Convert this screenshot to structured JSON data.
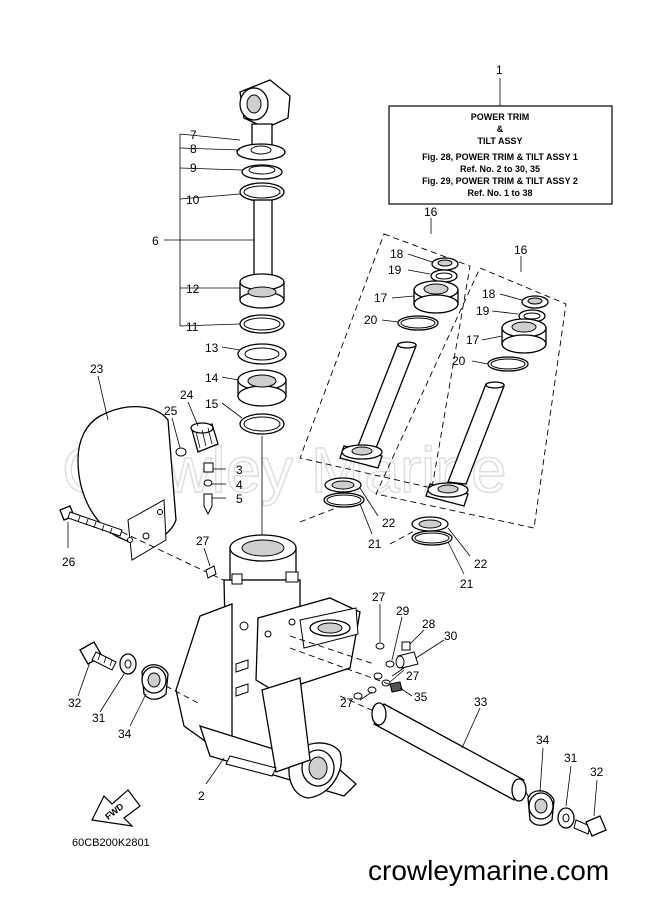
{
  "info_box": {
    "title_line1": "POWER TRIM",
    "title_line2": "&",
    "title_line3": "TILT ASSY",
    "fig_line1": "Fig. 28, POWER TRIM & TILT ASSY 1",
    "ref_line1": "Ref. No. 2 to 30, 35",
    "fig_line2": "Fig. 29, POWER TRIM & TILT ASSY 2",
    "ref_line2": "Ref. No. 1 to 38"
  },
  "callouts": {
    "c1": "1",
    "c2": "2",
    "c3": "3",
    "c4": "4",
    "c5": "5",
    "c6": "6",
    "c7": "7",
    "c8": "8",
    "c9": "9",
    "c10": "10",
    "c11": "11",
    "c12": "12",
    "c13": "13",
    "c14": "14",
    "c15": "15",
    "c16a": "16",
    "c16b": "16",
    "c17a": "17",
    "c17b": "17",
    "c18a": "18",
    "c18b": "18",
    "c19a": "19",
    "c19b": "19",
    "c20a": "20",
    "c20b": "20",
    "c21a": "21",
    "c21b": "21",
    "c22a": "22",
    "c22b": "22",
    "c23": "23",
    "c24": "24",
    "c25": "25",
    "c26": "26",
    "c27a": "27",
    "c27b": "27",
    "c27c": "27",
    "c27d": "27",
    "c28": "28",
    "c29": "29",
    "c30": "30",
    "c31a": "31",
    "c31b": "31",
    "c32a": "32",
    "c32b": "32",
    "c33": "33",
    "c34a": "34",
    "c34b": "34",
    "c35": "35"
  },
  "fwd_label": "FWD",
  "diagram_code": "60CB200K2801",
  "watermark_text": "Crowley Marine",
  "footer_url": "crowleymarine.com"
}
